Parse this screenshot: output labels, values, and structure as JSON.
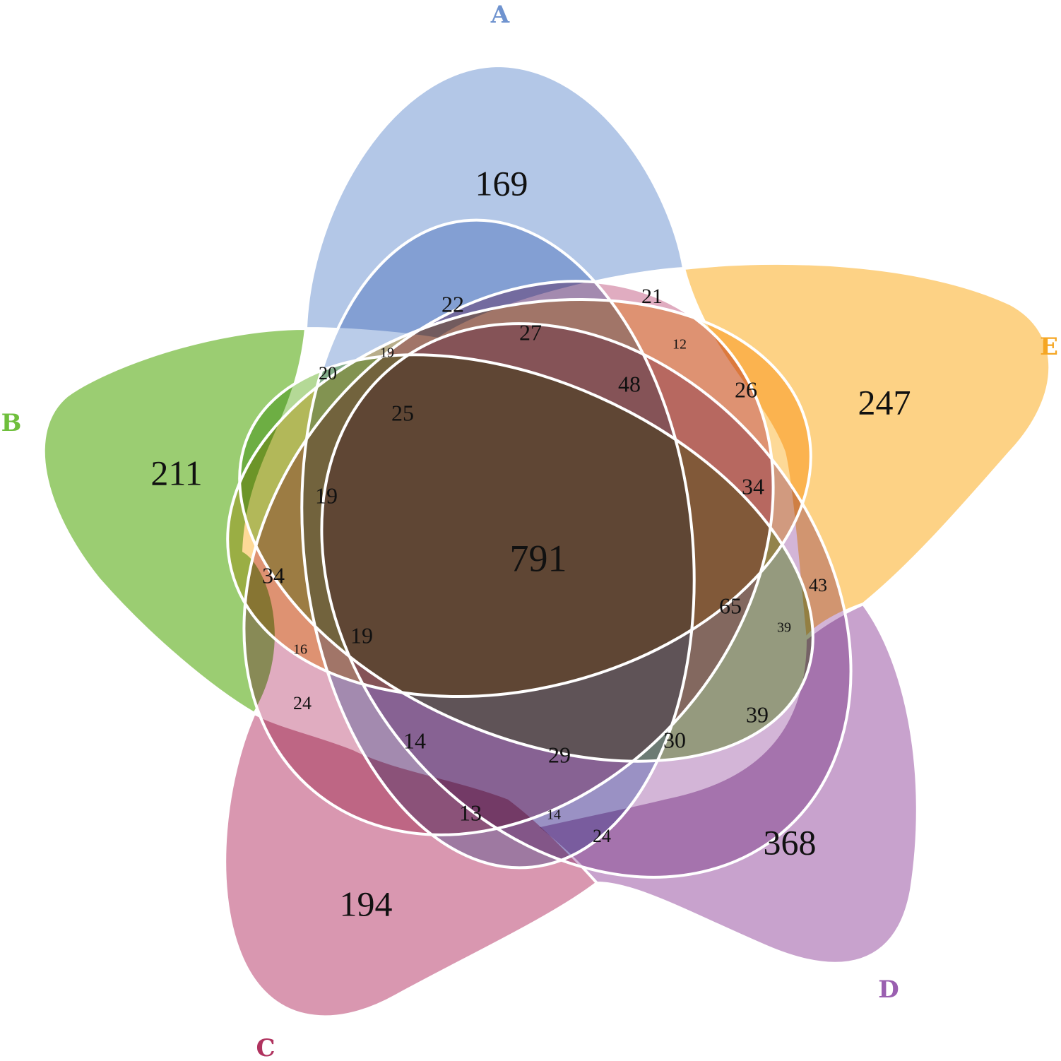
{
  "sets": [
    {
      "key": "A",
      "label": "A",
      "fill": "#b3c7e7",
      "label_color": "#6f93cf"
    },
    {
      "key": "B",
      "label": "B",
      "fill": "#9bcd72",
      "label_color": "#6fbf3c"
    },
    {
      "key": "C",
      "label": "C",
      "fill": "#d997b0",
      "label_color": "#b0335f"
    },
    {
      "key": "D",
      "label": "D",
      "fill": "#c8a2cd",
      "label_color": "#9a5fb0"
    },
    {
      "key": "E",
      "label": "E",
      "fill": "#fdd285",
      "label_color": "#f5a623"
    }
  ],
  "regions": [
    {
      "name": "region-a-only",
      "value": "169"
    },
    {
      "name": "region-b-only",
      "value": "211"
    },
    {
      "name": "region-e-only",
      "value": "247"
    },
    {
      "name": "region-c-only",
      "value": "194"
    },
    {
      "name": "region-d-only",
      "value": "368"
    },
    {
      "name": "region-center",
      "value": "791"
    },
    {
      "name": "region-22",
      "value": "22"
    },
    {
      "name": "region-21",
      "value": "21"
    },
    {
      "name": "region-27",
      "value": "27"
    },
    {
      "name": "region-12",
      "value": "12"
    },
    {
      "name": "region-19-top",
      "value": "19"
    },
    {
      "name": "region-20",
      "value": "20"
    },
    {
      "name": "region-48",
      "value": "48"
    },
    {
      "name": "region-26",
      "value": "26"
    },
    {
      "name": "region-25",
      "value": "25"
    },
    {
      "name": "region-34-right",
      "value": "34"
    },
    {
      "name": "region-19-left",
      "value": "19"
    },
    {
      "name": "region-34-left",
      "value": "34"
    },
    {
      "name": "region-43",
      "value": "43"
    },
    {
      "name": "region-65",
      "value": "65"
    },
    {
      "name": "region-39-small",
      "value": "39"
    },
    {
      "name": "region-16",
      "value": "16"
    },
    {
      "name": "region-19-lower",
      "value": "19"
    },
    {
      "name": "region-24-left",
      "value": "24"
    },
    {
      "name": "region-39",
      "value": "39"
    },
    {
      "name": "region-14",
      "value": "14"
    },
    {
      "name": "region-29",
      "value": "29"
    },
    {
      "name": "region-30",
      "value": "30"
    },
    {
      "name": "region-13",
      "value": "13"
    },
    {
      "name": "region-14-small",
      "value": "14"
    },
    {
      "name": "region-24-bottom",
      "value": "24"
    }
  ]
}
